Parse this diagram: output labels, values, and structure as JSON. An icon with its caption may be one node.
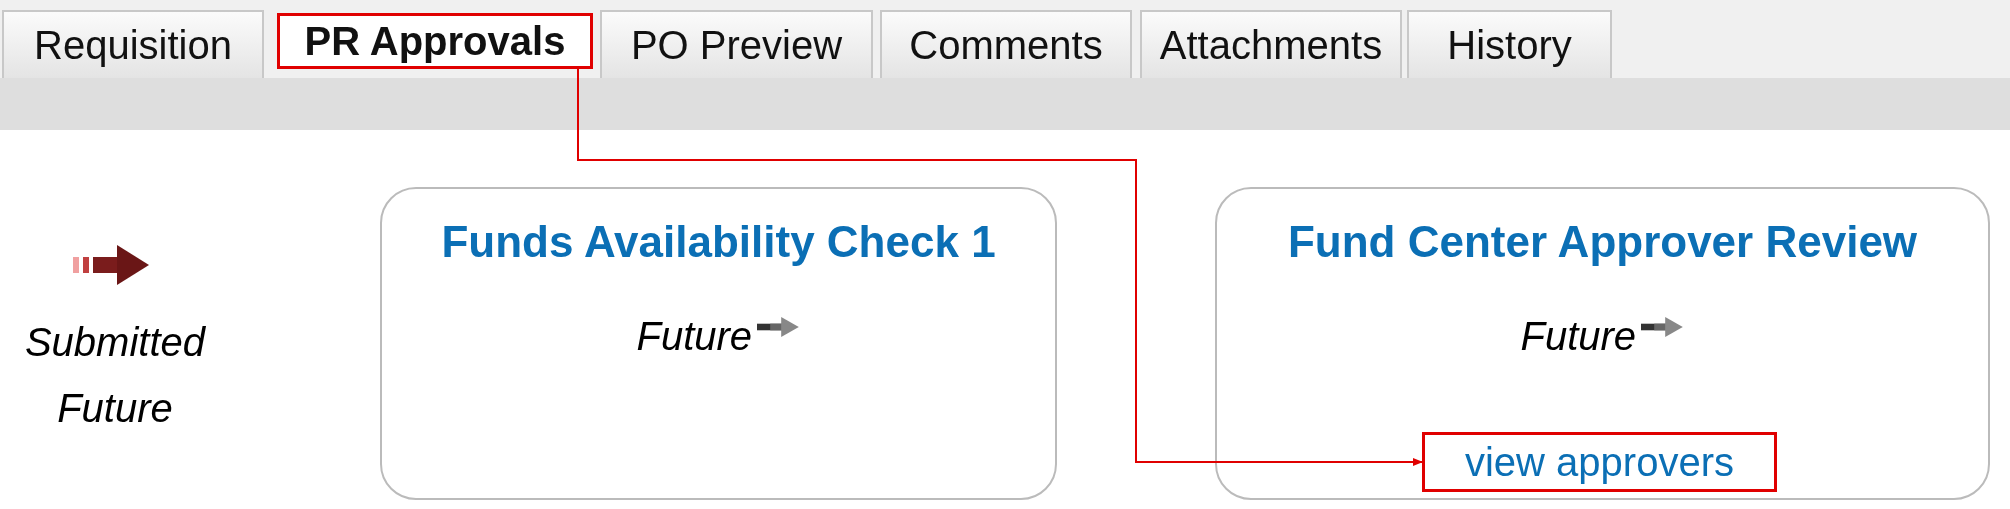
{
  "diagram": {
    "nodes": [
      {
        "text": [
          "Requisition"
        ]
      },
      {
        "text": [
          "PR Approvals"
        ]
      },
      {
        "text": [
          "PO Preview"
        ]
      },
      {
        "text": [
          "Comments"
        ]
      },
      {
        "text": [
          "Attachments"
        ]
      },
      {
        "text": [
          "History"
        ]
      },
      {
        "text": [
          "Submitted",
          "Future"
        ]
      },
      {
        "text": [
          "Funds Availability Check 1",
          "Future"
        ]
      },
      {
        "text": [
          "Fund Center Approver Review",
          "Future"
        ]
      },
      {
        "text": [
          "view approvers"
        ],
        "in": 8
      }
    ],
    "edges": [
      {
        "from": 1,
        "to": 9,
        "arrow": "to"
      }
    ]
  }
}
